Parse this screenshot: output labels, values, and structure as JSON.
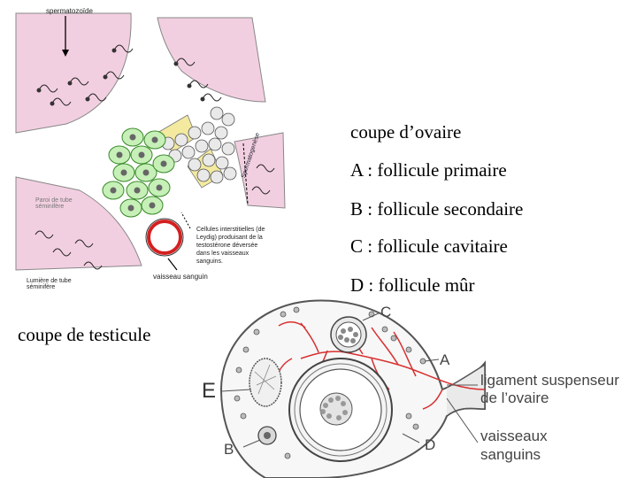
{
  "testis": {
    "caption": "coupe de testicule",
    "labels": {
      "spermatozoa": "spermatozoïde",
      "wall": "Paroi de tube séminifère",
      "interstitial": "Cellules interstitielles (de Leydig) produisant de la testostérone déversée dans les vaisseaux sanguins.",
      "vessel": "vaisseau sanguin",
      "lumen": "Lumière de tube séminifère",
      "spermatogenesis": "Spermatogenèse"
    },
    "colors": {
      "tubule": "#f2cfe0",
      "leydig": "#9be08a",
      "vessel": "#d42020",
      "yellow": "#f3eaa0"
    }
  },
  "ovary": {
    "title": "coupe d’ovaire",
    "legend": [
      "A : follicule primaire",
      "B : follicule secondaire",
      "C : follicule cavitaire",
      "D : follicule mûr"
    ],
    "letters": {
      "a": "A",
      "b": "B",
      "c": "C",
      "d": "D",
      "e": "E"
    },
    "ligament": [
      "ligament suspenseur",
      "de l’ovaire"
    ],
    "vessels": [
      "vaisseaux",
      "sanguins"
    ],
    "colors": {
      "vessels": "#d83030",
      "outline": "#555555"
    }
  }
}
